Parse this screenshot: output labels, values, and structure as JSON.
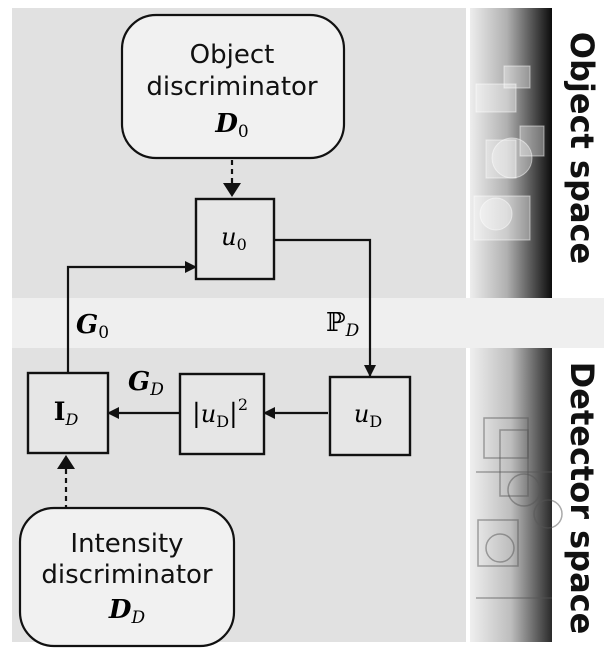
{
  "sections": {
    "object_space": "Object space",
    "detector_space": "Detector space"
  },
  "nodes": {
    "object_discriminator": {
      "line1": "Object",
      "line2": "discriminator",
      "symbol": "D",
      "sub": "0"
    },
    "intensity_discriminator": {
      "line1": "Intensity",
      "line2": "discriminator",
      "symbol": "D",
      "sub": "D"
    },
    "u0": {
      "symbol": "u",
      "sub": "0"
    },
    "uD": {
      "symbol": "u",
      "sub": "D"
    },
    "abs_uD_sq": {
      "left_bar": "|",
      "symbol": "u",
      "sub": "D",
      "right_bar": "|",
      "sup": "2"
    },
    "ID": {
      "symbol": "I",
      "sub": "D"
    }
  },
  "edges": {
    "G0": {
      "symbol": "G",
      "sub": "0"
    },
    "PD": {
      "symbol": "ℙ",
      "sub": "D"
    },
    "GD": {
      "symbol": "G",
      "sub": "D"
    }
  },
  "colors": {
    "panel": "#e1e1e1",
    "band": "#efefef",
    "rounded_box_fill": "#f1f1f1",
    "box_fill": "#e6e6e6",
    "stroke": "#111111"
  }
}
